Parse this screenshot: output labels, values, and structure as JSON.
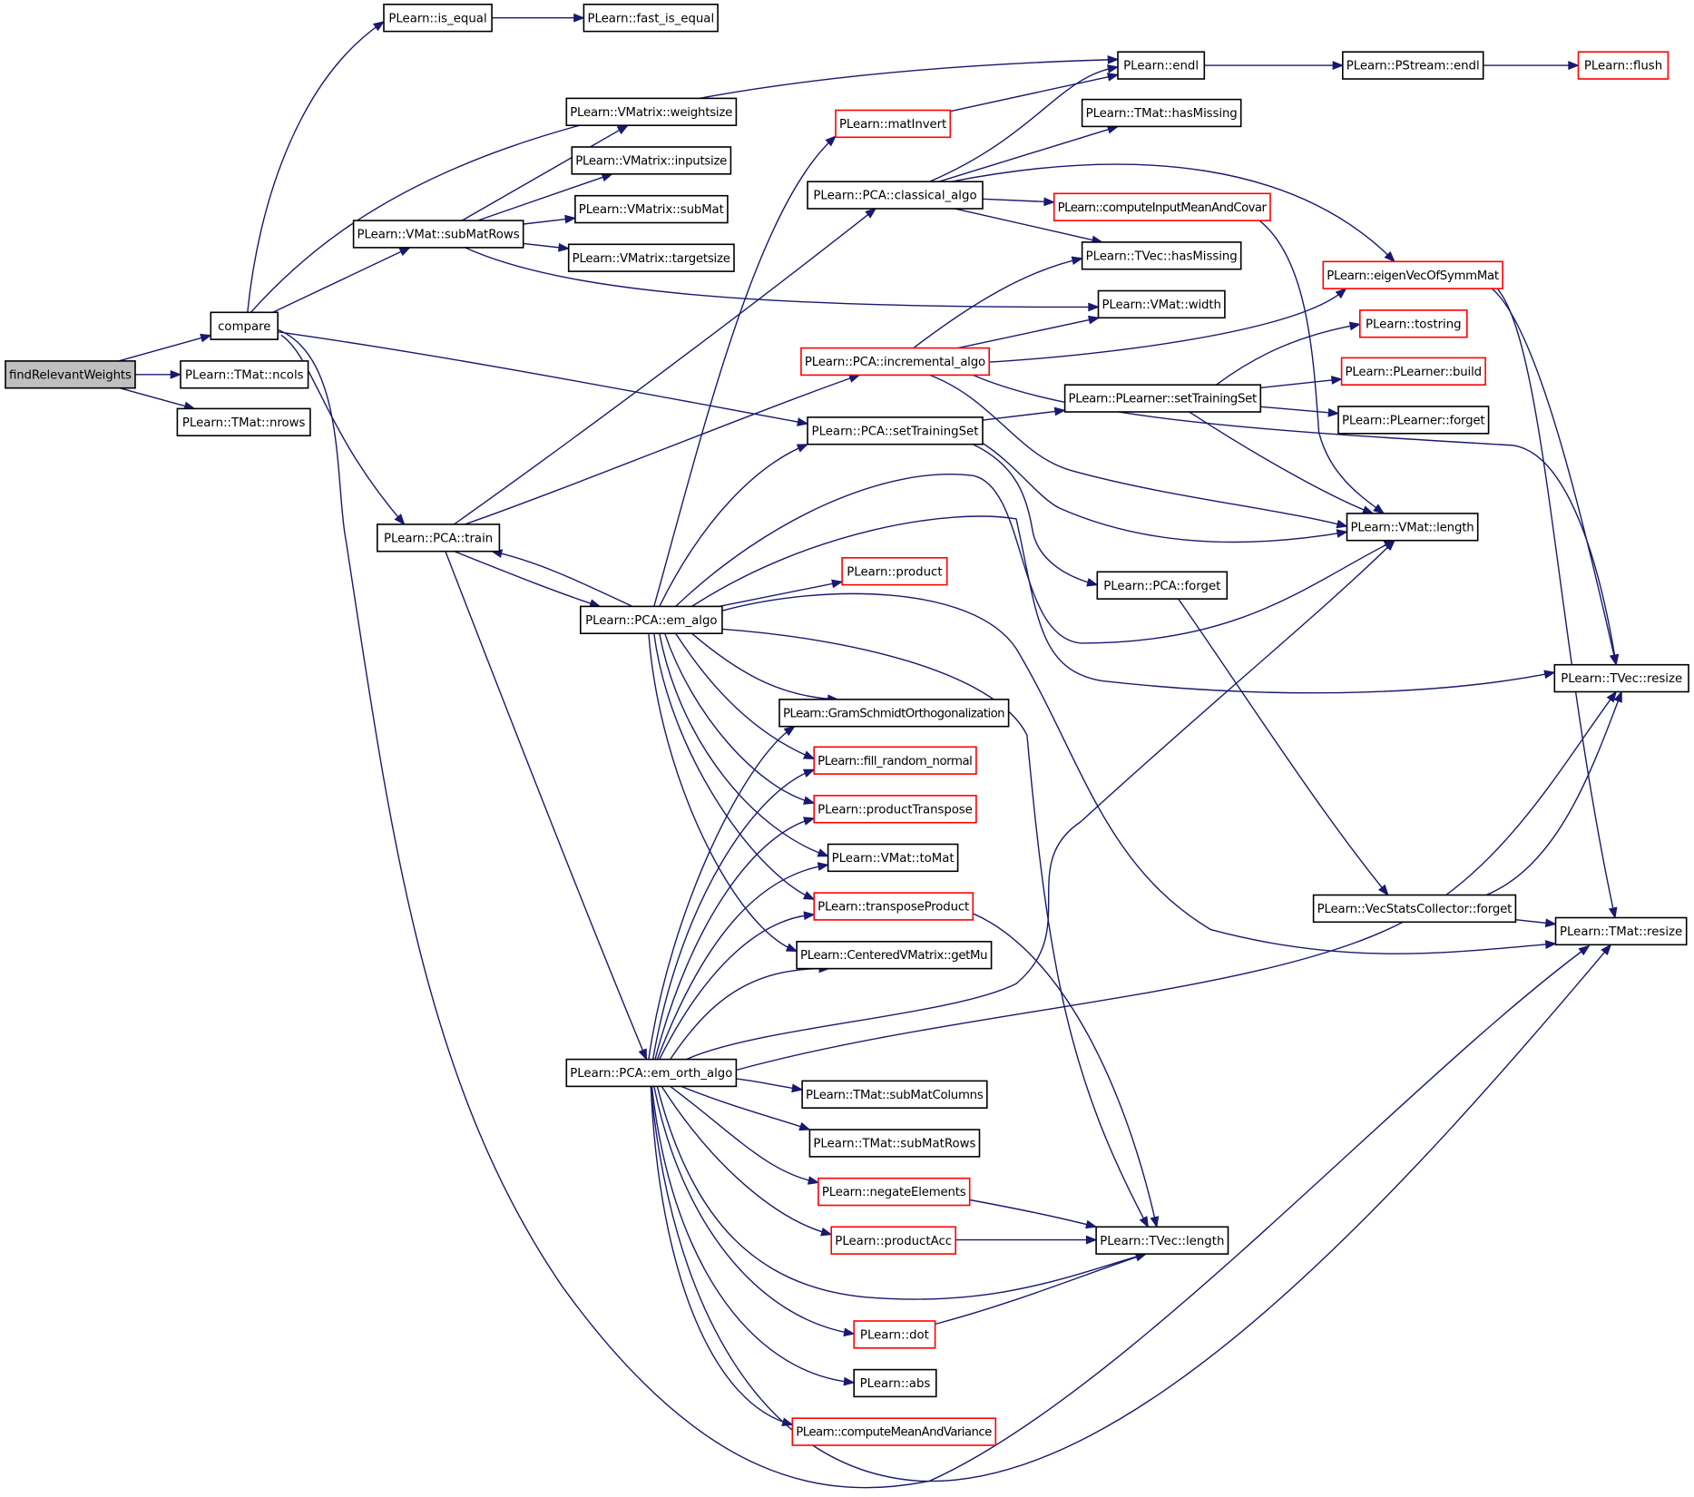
{
  "graph": {
    "colors": {
      "edge": "#191970",
      "node_border": "#000000",
      "node_border_external": "#ff0000",
      "root_fill": "#bfbfbf",
      "node_fill": "#ffffff"
    },
    "nodes": [
      {
        "id": "findRelevantWeights",
        "label": "findRelevantWeights",
        "kind": "root"
      },
      {
        "id": "compare",
        "label": "compare",
        "kind": "normal"
      },
      {
        "id": "ncols",
        "label": "PLearn::TMat::ncols",
        "kind": "normal"
      },
      {
        "id": "nrows",
        "label": "PLearn::TMat::nrows",
        "kind": "normal"
      },
      {
        "id": "is_equal",
        "label": "PLearn::is_equal",
        "kind": "normal"
      },
      {
        "id": "fast_is_equal",
        "label": "PLearn::fast_is_equal",
        "kind": "normal"
      },
      {
        "id": "endl",
        "label": "PLearn::endl",
        "kind": "normal"
      },
      {
        "id": "pstream_endl",
        "label": "PLearn::PStream::endl",
        "kind": "normal"
      },
      {
        "id": "flush",
        "label": "PLearn::flush",
        "kind": "external"
      },
      {
        "id": "vmat_subMatRows",
        "label": "PLearn::VMat::subMatRows",
        "kind": "normal"
      },
      {
        "id": "weightsize",
        "label": "PLearn::VMatrix::weightsize",
        "kind": "normal"
      },
      {
        "id": "inputsize",
        "label": "PLearn::VMatrix::inputsize",
        "kind": "normal"
      },
      {
        "id": "vmatrix_subMat",
        "label": "PLearn::VMatrix::subMat",
        "kind": "normal"
      },
      {
        "id": "targetsize",
        "label": "PLearn::VMatrix::targetsize",
        "kind": "normal"
      },
      {
        "id": "matInvert",
        "label": "PLearn::matInvert",
        "kind": "external"
      },
      {
        "id": "tmat_hasMissing",
        "label": "PLearn::TMat::hasMissing",
        "kind": "normal"
      },
      {
        "id": "classical_algo",
        "label": "PLearn::PCA::classical_algo",
        "kind": "normal"
      },
      {
        "id": "computeInputMeanAndCovar",
        "label": "PLearn::computeInputMeanAndCovar",
        "kind": "external"
      },
      {
        "id": "tvec_hasMissing",
        "label": "PLearn::TVec::hasMissing",
        "kind": "normal"
      },
      {
        "id": "eigenVecOfSymmMat",
        "label": "PLearn::eigenVecOfSymmMat",
        "kind": "external"
      },
      {
        "id": "vmat_width",
        "label": "PLearn::VMat::width",
        "kind": "normal"
      },
      {
        "id": "tostring",
        "label": "PLearn::tostring",
        "kind": "external"
      },
      {
        "id": "incremental_algo",
        "label": "PLearn::PCA::incremental_algo",
        "kind": "external"
      },
      {
        "id": "plearner_build",
        "label": "PLearn::PLearner::build",
        "kind": "external"
      },
      {
        "id": "plearner_setTrainingSet",
        "label": "PLearn::PLearner::setTrainingSet",
        "kind": "normal"
      },
      {
        "id": "plearner_forget",
        "label": "PLearn::PLearner::forget",
        "kind": "normal"
      },
      {
        "id": "pca_setTrainingSet",
        "label": "PLearn::PCA::setTrainingSet",
        "kind": "normal"
      },
      {
        "id": "vmat_length",
        "label": "PLearn::VMat::length",
        "kind": "normal"
      },
      {
        "id": "pca_train",
        "label": "PLearn::PCA::train",
        "kind": "normal"
      },
      {
        "id": "product",
        "label": "PLearn::product",
        "kind": "external"
      },
      {
        "id": "pca_forget",
        "label": "PLearn::PCA::forget",
        "kind": "normal"
      },
      {
        "id": "em_algo",
        "label": "PLearn::PCA::em_algo",
        "kind": "normal"
      },
      {
        "id": "tvec_resize",
        "label": "PLearn::TVec::resize",
        "kind": "normal"
      },
      {
        "id": "gramSchmidt",
        "label": "PLearn::GramSchmidtOrthogonalization",
        "kind": "normal"
      },
      {
        "id": "fill_random_normal",
        "label": "PLearn::fill_random_normal",
        "kind": "external"
      },
      {
        "id": "productTranspose",
        "label": "PLearn::productTranspose",
        "kind": "external"
      },
      {
        "id": "toMat",
        "label": "PLearn::VMat::toMat",
        "kind": "normal"
      },
      {
        "id": "transposeProduct",
        "label": "PLearn::transposeProduct",
        "kind": "external"
      },
      {
        "id": "vsc_forget",
        "label": "PLearn::VecStatsCollector::forget",
        "kind": "normal"
      },
      {
        "id": "tmat_resize",
        "label": "PLearn::TMat::resize",
        "kind": "normal"
      },
      {
        "id": "getMu",
        "label": "PLearn::CenteredVMatrix::getMu",
        "kind": "normal"
      },
      {
        "id": "em_orth_algo",
        "label": "PLearn::PCA::em_orth_algo",
        "kind": "normal"
      },
      {
        "id": "subMatColumns",
        "label": "PLearn::TMat::subMatColumns",
        "kind": "normal"
      },
      {
        "id": "tmat_subMatRows",
        "label": "PLearn::TMat::subMatRows",
        "kind": "normal"
      },
      {
        "id": "negateElements",
        "label": "PLearn::negateElements",
        "kind": "external"
      },
      {
        "id": "productAcc",
        "label": "PLearn::productAcc",
        "kind": "external"
      },
      {
        "id": "tvec_length",
        "label": "PLearn::TVec::length",
        "kind": "normal"
      },
      {
        "id": "dot",
        "label": "PLearn::dot",
        "kind": "external"
      },
      {
        "id": "abs",
        "label": "PLearn::abs",
        "kind": "normal"
      },
      {
        "id": "computeMeanAndVariance",
        "label": "PLearn::computeMeanAndVariance",
        "kind": "external"
      }
    ],
    "edges": [
      [
        "findRelevantWeights",
        "compare"
      ],
      [
        "findRelevantWeights",
        "ncols"
      ],
      [
        "findRelevantWeights",
        "nrows"
      ],
      [
        "compare",
        "is_equal"
      ],
      [
        "compare",
        "endl"
      ],
      [
        "compare",
        "vmat_subMatRows"
      ],
      [
        "compare",
        "pca_setTrainingSet"
      ],
      [
        "compare",
        "pca_train"
      ],
      [
        "compare",
        "tmat_resize"
      ],
      [
        "is_equal",
        "fast_is_equal"
      ],
      [
        "endl",
        "pstream_endl"
      ],
      [
        "pstream_endl",
        "flush"
      ],
      [
        "vmat_subMatRows",
        "weightsize"
      ],
      [
        "vmat_subMatRows",
        "inputsize"
      ],
      [
        "vmat_subMatRows",
        "vmatrix_subMat"
      ],
      [
        "vmat_subMatRows",
        "targetsize"
      ],
      [
        "vmat_subMatRows",
        "vmat_width"
      ],
      [
        "matInvert",
        "endl"
      ],
      [
        "classical_algo",
        "endl"
      ],
      [
        "classical_algo",
        "tmat_hasMissing"
      ],
      [
        "classical_algo",
        "computeInputMeanAndCovar"
      ],
      [
        "classical_algo",
        "tvec_hasMissing"
      ],
      [
        "classical_algo",
        "eigenVecOfSymmMat"
      ],
      [
        "computeInputMeanAndCovar",
        "vmat_length"
      ],
      [
        "eigenVecOfSymmMat",
        "tvec_resize"
      ],
      [
        "eigenVecOfSymmMat",
        "tmat_resize"
      ],
      [
        "incremental_algo",
        "tvec_hasMissing"
      ],
      [
        "incremental_algo",
        "vmat_width"
      ],
      [
        "incremental_algo",
        "eigenVecOfSymmMat"
      ],
      [
        "incremental_algo",
        "vmat_length"
      ],
      [
        "incremental_algo",
        "tvec_resize"
      ],
      [
        "plearner_setTrainingSet",
        "tostring"
      ],
      [
        "plearner_setTrainingSet",
        "plearner_build"
      ],
      [
        "plearner_setTrainingSet",
        "plearner_forget"
      ],
      [
        "plearner_setTrainingSet",
        "vmat_length"
      ],
      [
        "pca_setTrainingSet",
        "plearner_setTrainingSet"
      ],
      [
        "pca_setTrainingSet",
        "vmat_length"
      ],
      [
        "pca_setTrainingSet",
        "pca_forget"
      ],
      [
        "pca_forget",
        "vsc_forget"
      ],
      [
        "vsc_forget",
        "tvec_resize"
      ],
      [
        "vsc_forget",
        "tmat_resize"
      ],
      [
        "pca_train",
        "classical_algo"
      ],
      [
        "pca_train",
        "incremental_algo"
      ],
      [
        "pca_train",
        "em_algo"
      ],
      [
        "pca_train",
        "em_orth_algo"
      ],
      [
        "em_algo",
        "pca_train"
      ],
      [
        "em_algo",
        "matInvert"
      ],
      [
        "em_algo",
        "pca_setTrainingSet"
      ],
      [
        "em_algo",
        "vmat_length"
      ],
      [
        "em_algo",
        "tvec_resize"
      ],
      [
        "em_algo",
        "product"
      ],
      [
        "em_algo",
        "tmat_resize"
      ],
      [
        "em_algo",
        "tvec_length"
      ],
      [
        "em_algo",
        "gramSchmidt"
      ],
      [
        "em_algo",
        "fill_random_normal"
      ],
      [
        "em_algo",
        "productTranspose"
      ],
      [
        "em_algo",
        "toMat"
      ],
      [
        "em_algo",
        "transposeProduct"
      ],
      [
        "em_algo",
        "getMu"
      ],
      [
        "transposeProduct",
        "tvec_length"
      ],
      [
        "em_orth_algo",
        "gramSchmidt"
      ],
      [
        "em_orth_algo",
        "fill_random_normal"
      ],
      [
        "em_orth_algo",
        "productTranspose"
      ],
      [
        "em_orth_algo",
        "toMat"
      ],
      [
        "em_orth_algo",
        "transposeProduct"
      ],
      [
        "em_orth_algo",
        "getMu"
      ],
      [
        "em_orth_algo",
        "vmat_length"
      ],
      [
        "em_orth_algo",
        "tvec_resize"
      ],
      [
        "em_orth_algo",
        "subMatColumns"
      ],
      [
        "em_orth_algo",
        "tmat_subMatRows"
      ],
      [
        "em_orth_algo",
        "negateElements"
      ],
      [
        "em_orth_algo",
        "productAcc"
      ],
      [
        "em_orth_algo",
        "tvec_length"
      ],
      [
        "em_orth_algo",
        "dot"
      ],
      [
        "em_orth_algo",
        "abs"
      ],
      [
        "em_orth_algo",
        "computeMeanAndVariance"
      ],
      [
        "em_orth_algo",
        "tmat_resize"
      ],
      [
        "negateElements",
        "tvec_length"
      ],
      [
        "productAcc",
        "tvec_length"
      ],
      [
        "dot",
        "tvec_length"
      ]
    ]
  }
}
